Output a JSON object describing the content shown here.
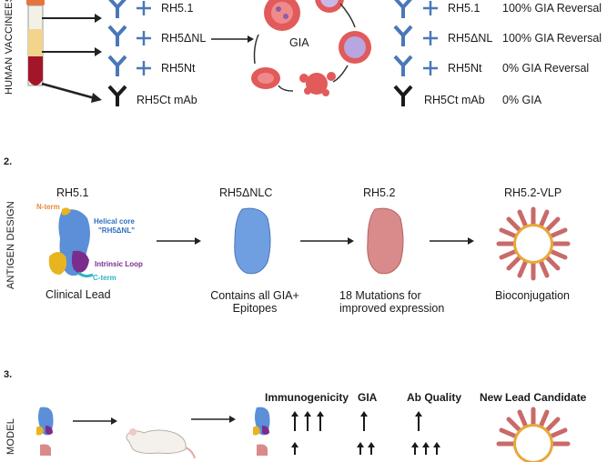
{
  "section1": {
    "side_label": "HUMAN VACCINEES",
    "rows": [
      {
        "antigen": "RH5.1",
        "result": "100% GIA Reversal"
      },
      {
        "antigen": "RH5ΔNL",
        "result": "100% GIA Reversal"
      },
      {
        "antigen": "RH5Nt",
        "result": "0% GIA Reversal"
      }
    ],
    "mab_label": "RH5Ct mAb",
    "mab_result": "0% GIA",
    "center_label": "GIA"
  },
  "section2": {
    "number": "2.",
    "side_label": "ANTIGEN DESIGN",
    "items": [
      {
        "title": "RH5.1",
        "caption": "Clinical Lead"
      },
      {
        "title": "RH5ΔNLC",
        "caption": "Contains all GIA+ Epitopes"
      },
      {
        "title": "RH5.2",
        "caption": "18 Mutations for improved expression"
      },
      {
        "title": "RH5.2-VLP",
        "caption": "Bioconjugation"
      }
    ],
    "annotations": {
      "nterm": "N-term",
      "helical": "Helical core",
      "helical2": "\"RH5ΔNL\"",
      "loop": "Intrinsic Loop",
      "cterm": "C-term"
    }
  },
  "section3": {
    "number": "3.",
    "side_label": "MODEL",
    "headers": [
      "Immunogenicity",
      "GIA",
      "Ab Quality",
      "New Lead Candidate"
    ]
  },
  "colors": {
    "antibody_blue": "#4a78b8",
    "antibody_black": "#1a1a1a",
    "rbc_red": "#d9534f",
    "protein_blue": "#6f9fe0",
    "protein_pink": "#d98a8a"
  }
}
